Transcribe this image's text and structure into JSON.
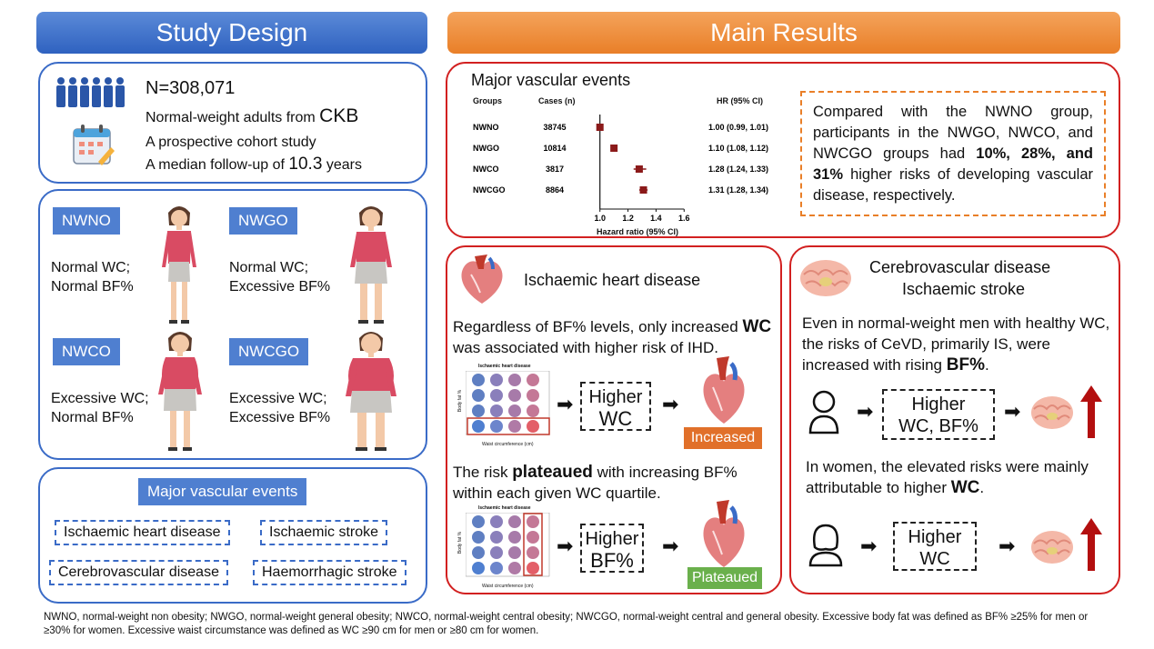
{
  "left_header": "Study Design",
  "right_header": "Main Results",
  "cohort": {
    "n": "N=308,071",
    "pop_prefix": "Normal-weight adults from ",
    "pop_strong": "CKB",
    "design": "A prospective cohort study",
    "followup_prefix": "A median follow-up of ",
    "followup_strong": "10.3",
    "followup_suffix": " years"
  },
  "groups": [
    {
      "tag": "NWNO",
      "line1": "Normal WC;",
      "line2": "Normal BF%"
    },
    {
      "tag": "NWGO",
      "line1": "Normal WC;",
      "line2": "Excessive BF%"
    },
    {
      "tag": "NWCO",
      "line1": "Excessive WC;",
      "line2": "Normal BF%"
    },
    {
      "tag": "NWCGO",
      "line1": "Excessive WC;",
      "line2": "Excessive BF%"
    }
  ],
  "events": {
    "title": "Major vascular events",
    "items": [
      "Ischaemic heart disease",
      "Ischaemic stroke",
      "Cerebrovascular disease",
      "Haemorrhagic stroke"
    ]
  },
  "forest": {
    "title": "Major vascular events",
    "col_groups": "Groups",
    "col_cases": "Cases (n)",
    "col_hr": "HR (95% CI)",
    "rows": [
      {
        "group": "NWNO",
        "cases": "38745",
        "hr": 1.0,
        "lo": 0.99,
        "hi": 1.01,
        "label": "1.00 (0.99, 1.01)"
      },
      {
        "group": "NWGO",
        "cases": "10814",
        "hr": 1.1,
        "lo": 1.08,
        "hi": 1.12,
        "label": "1.10 (1.08, 1.12)"
      },
      {
        "group": "NWCO",
        "cases": "3817",
        "hr": 1.28,
        "lo": 1.24,
        "hi": 1.33,
        "label": "1.28 (1.24, 1.33)"
      },
      {
        "group": "NWCGO",
        "cases": "8864",
        "hr": 1.31,
        "lo": 1.28,
        "hi": 1.34,
        "label": "1.31 (1.28, 1.34)"
      }
    ],
    "ticks": [
      "1.0",
      "1.2",
      "1.4",
      "1.6"
    ],
    "xlabel": "Hazard ratio (95% CI)",
    "color": "#8b1a1a"
  },
  "summary": {
    "p1": "Compared with the NWNO group, participants in the NWGO, NWCO, and NWCGO groups had ",
    "b1": "10%, 28%, and 31%",
    "p2": " higher risks of developing vascular disease, respectively."
  },
  "ihd": {
    "title": "Ischaemic heart disease",
    "t1_a": "Regardless of BF% levels, only increased ",
    "t1_b": "WC",
    "t1_c": " was associated with higher risk of IHD.",
    "mini_title": "Ischaemic heart disease",
    "mini_x": "Waist circumference (cm)",
    "mini_y1": "Body fat %",
    "higher_1a": "Higher",
    "higher_1b": "WC",
    "badge1": "Increased",
    "t2_a": "The risk ",
    "t2_b": "plateaued",
    "t2_c": " with increasing BF% within each given WC quartile.",
    "higher_2a": "Higher",
    "higher_2b": "BF%",
    "badge2": "Plateaued"
  },
  "cevd": {
    "title1": "Cerebrovascular disease",
    "title2": "Ischaemic stroke",
    "t1_a": "Even in normal-weight men with healthy WC, the risks of CeVD, primarily IS, were increased with rising ",
    "t1_b": "BF%",
    "t1_c": ".",
    "higher_1a": "Higher",
    "higher_1b": "WC, BF%",
    "t2_a": "In women, the elevated risks were mainly attributable to higher ",
    "t2_b": "WC",
    "t2_c": ".",
    "higher_2a": "Higher",
    "higher_2b": "WC"
  },
  "footnote": "NWNO, normal-weight non obesity; NWGO, normal-weight general obesity; NWCO, normal-weight central obesity; NWCGO, normal-weight central and general obesity. Excessive body fat was defined as BF% ≥25% for men or ≥30% for women. Excessive waist circumstance was defined as WC ≥90 cm for men or ≥80 cm for women.",
  "colors": {
    "blue": "#3a6bc7",
    "orange": "#e97f28",
    "red": "#d22020",
    "badge_orange": "#e1702a",
    "badge_green": "#6ab04c",
    "arrow_red": "#b30f0f"
  }
}
